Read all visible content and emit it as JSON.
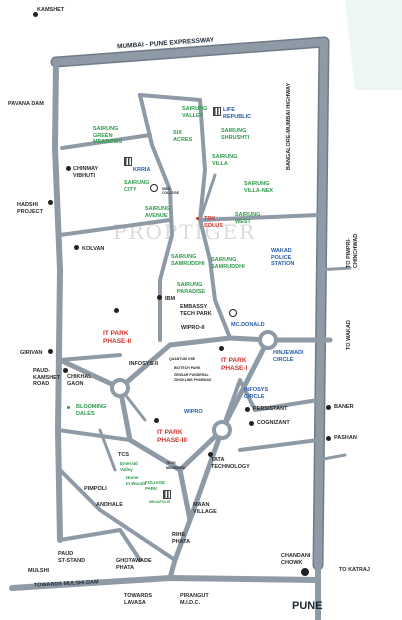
{
  "watermark": "PROPTIGER",
  "colors": {
    "road": "#8e9aa6",
    "road_edge": "#6f7c88",
    "background": "#ffffff",
    "top_right_tint": "#eef6f4",
    "green_label": "#2f9a4c",
    "red_label": "#d0322c",
    "blue_label": "#2a5ea8"
  },
  "roads": {
    "expressway": "MUMBAI - PUNE EXPRESSWAY",
    "highway": "BANGALORE-MUMBAI HIGHWAY",
    "mulshi_road": "TOWARDS MULSHI DAM",
    "pune": "PUNE"
  },
  "places": {
    "kamshet": "KAMSHET",
    "pavana_dam": "PAVANA DAM",
    "chinmay": "CHINMAY\nVIBHUTI",
    "hadshi": "HADSHI\nPROJECT",
    "kolvan": "KOLVAN",
    "girivan": "GIRIVAN",
    "paud_kamshet": "PAUD-\nKAMSHET\nROAD",
    "chikhal": "CHIKHAL\nGAON",
    "pimpoli": "PIMPOLI",
    "andhale": "ANDHALE",
    "paud_st": "PAUD\nST-STAND",
    "mulshi": "MULSHI",
    "ghotawade": "GHOTAWADE\nPHATA",
    "lavasa": "TOWARDS\nLAVASA",
    "pirangut": "PIRANGUT\nM.I.D.C.",
    "rihe": "RIHE\nPHATA",
    "maan": "MAAN\nVILLAGE",
    "tata_tech": "TATA\nTECHNOLOGY",
    "cognizant": "COGNIZANT",
    "persistant": "PERSISTANT",
    "wipro_ii": "WIPRO-II",
    "embassy": "EMBASSY\nTECH PARK",
    "ibm": "IBM",
    "infosys": "INFOSYS-II",
    "tcs": "TCS",
    "mcdonald": "Mc.DONALD",
    "hinjewadi": "HINJEWADI\nCIRCLE",
    "infosys_circle": "INFOSYS\nCIRCLE",
    "wipro": "WIPRO",
    "wakad_police": "WAKAD\nPOLICE\nSTATION",
    "to_pimpri": "TO PIMPRI-\nCHINCHWAD",
    "to_wakad": "TO WAKAD",
    "baner": "BANER",
    "pashan": "PASHAN",
    "to_katraj": "TO KATRAJ",
    "chandani": "CHANDANI\nCHOWK",
    "it_phase_ii": "IT PARK\nPHASE-II",
    "it_phase_i": "IT PARK\nPHASE-I",
    "it_phase_iii": "IT PARK\nPHASE-III",
    "trk": "TRK\nSOLUS",
    "krria": "KRRIA",
    "life_republic": "LIFE\nREPUBLIC",
    "isbs": "ISBS\nCOLLEGE",
    "quantum": "QUANTUM OSE",
    "biotech": "BIOTECH PARK",
    "shardul": "ZENSAR PUNDERAL\nZINCKLINE PHARMAS",
    "tech_mahindra": "TECH\nMAHINDRA",
    "megapolis": "MEGAPOLIS"
  },
  "projects": {
    "sairung_valley": "SAIRUNG\nVALLEY",
    "sairung_green": "SAIRUNG\nGREEN\nMEADOWS",
    "six_acres": "SIX\nACRES",
    "sairung_shrushti": "SAIRUNG\nSHRUSHTI",
    "sairung_city": "SAIRUNG\nCITY",
    "sairung_villa": "SAIRUNG\nVILLA",
    "sairung_villa_nex": "SAIRUNG\nVILLA-NEX",
    "sairung_avenue": "SAIRUNG\nAVENUE",
    "sairung_west": "SAIRUNG\nWEST",
    "sairung_samruddhi_a": "SAIRUNG\nSAMRUDDHI",
    "sairung_samruddhi_b": "SAIRUNG\nSAMRUDDHI",
    "sairung_paradise": "SAIRUNG\nPARADISE",
    "blooming_dales": "BLOOMING\nDALES",
    "emerald_valley": "Emerald\nValley",
    "home_in_woods": "Home\nIn Woods",
    "foliage_park": "FOLIAGE\nPARK"
  }
}
